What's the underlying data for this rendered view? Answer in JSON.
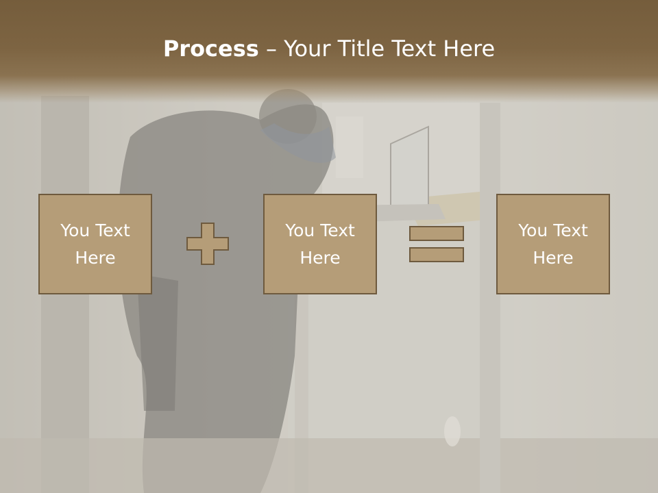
{
  "title": {
    "bold_part": "Process",
    "separator": " – ",
    "rest": "Your Title Text Here"
  },
  "process": {
    "boxes": [
      {
        "text": "You Text Here"
      },
      {
        "text": "You Text Here"
      },
      {
        "text": "You Text Here"
      }
    ],
    "operators": [
      "plus-icon",
      "equals-icon"
    ]
  },
  "colors": {
    "title_bar": "#7b6243",
    "box_fill": "#b59d78",
    "box_border": "#6e5a3e",
    "title_text": "#ffffff"
  }
}
